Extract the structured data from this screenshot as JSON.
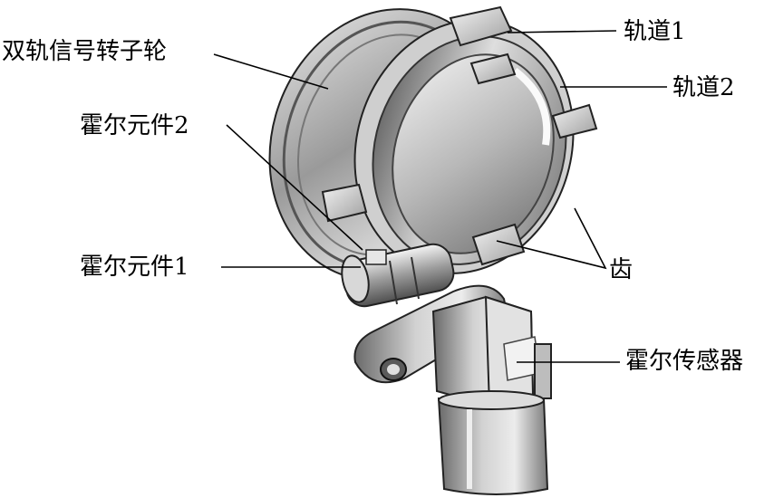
{
  "labels": {
    "rotor": "双轨信号转子轮",
    "track1": "轨道1",
    "track2": "轨道2",
    "hall2": "霍尔元件2",
    "hall1": "霍尔元件1",
    "teeth": "齿",
    "sensor": "霍尔传感器"
  },
  "colors": {
    "line": "#000000",
    "metal_light": "#eeeeee",
    "metal_mid": "#b4b4b4",
    "metal_dark": "#5a5a5a"
  }
}
